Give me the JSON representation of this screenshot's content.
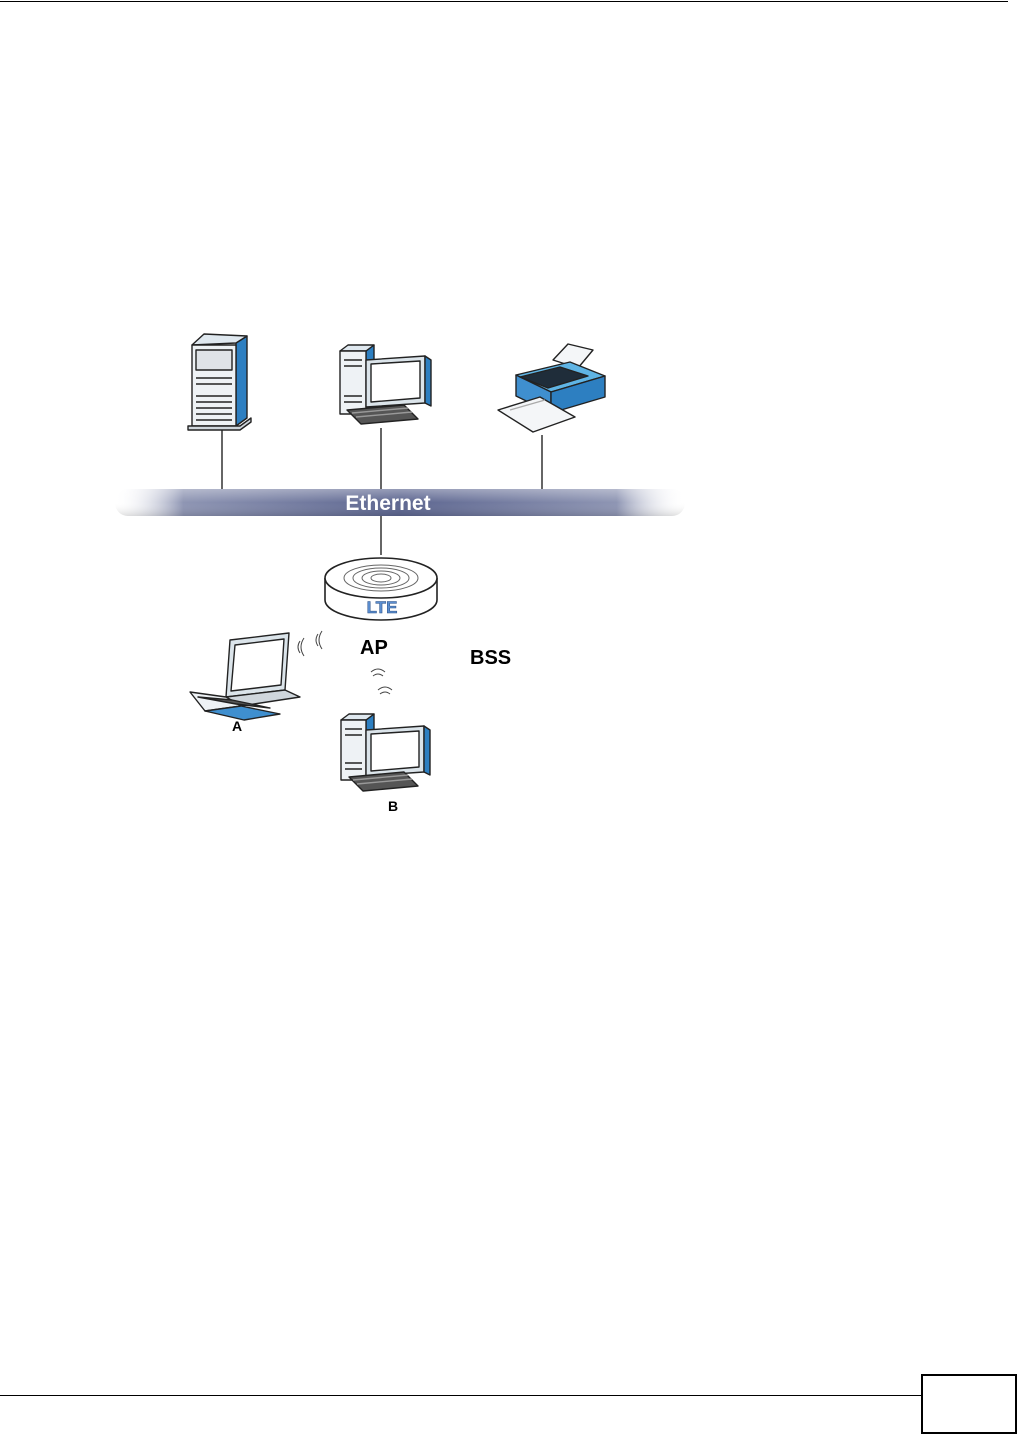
{
  "diagram": {
    "bus_label": "Ethernet",
    "router_label": "LTE",
    "ap_label": "AP",
    "bss_label": "BSS",
    "client_a_label": "A",
    "client_b_label": "B"
  },
  "colors": {
    "bus": "#6b7396",
    "device_blue": "#3f8fcf",
    "printer_blue": "#5fb4e4",
    "router_text": "#5b8ed0"
  },
  "footer": {
    "page_number": ""
  }
}
